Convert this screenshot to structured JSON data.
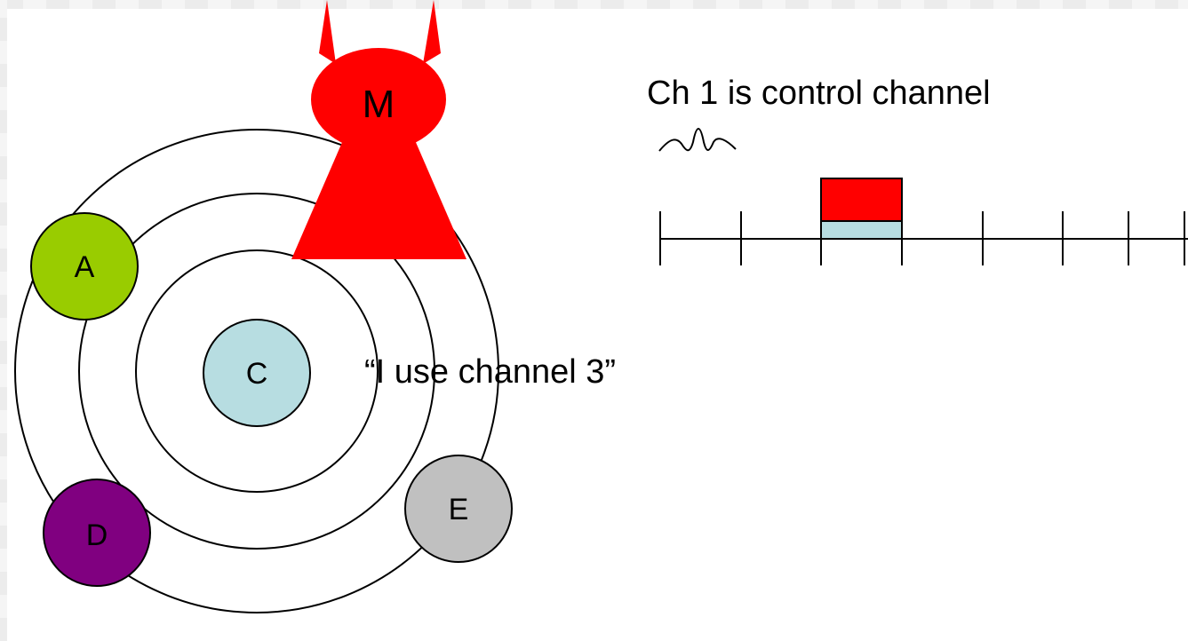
{
  "nodes": {
    "a": "A",
    "c": "C",
    "d": "D",
    "e": "E",
    "m": "M"
  },
  "texts": {
    "control_channel": "Ch 1 is control channel",
    "quote": "“I use channel 3”"
  },
  "colors": {
    "node_a": "#99cc00",
    "node_c": "#b7dde1",
    "node_d": "#800080",
    "node_e": "#c0c0c0",
    "attacker": "#ff0000",
    "channel_control": "#b7dde1",
    "channel_jam": "#ff0000"
  },
  "icons": {
    "attacker": "devil-figure-icon",
    "signal": "signal-wave-icon"
  }
}
